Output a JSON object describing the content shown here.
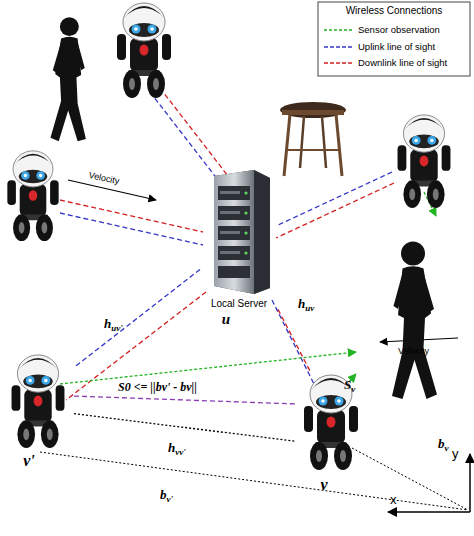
{
  "diagram": {
    "nodes": [
      {
        "text": [
          "Local Server",
          "u"
        ]
      },
      {
        "text": [
          "v'"
        ]
      },
      {
        "text": [
          "v"
        ]
      }
    ],
    "edges": [
      {
        "from": 0,
        "to": 1,
        "arrow": "none",
        "label": "huv'"
      },
      {
        "from": 0,
        "to": 2,
        "arrow": "none",
        "label": "huv"
      },
      {
        "from": 1,
        "to": 2,
        "arrow": "none",
        "label": "S0 <= ||bv' - bv||"
      },
      {
        "from": 1,
        "to": 2,
        "arrow": "none",
        "label": "hvv'"
      }
    ],
    "labels": [
      "Wireless Connections",
      "Velocity",
      "Velocity",
      "Sv",
      "bv'",
      "bv",
      "y",
      "x"
    ],
    "legend": [
      {
        "text": "Sensor observation"
      },
      {
        "text": "Uplink line of sight"
      },
      {
        "text": "Downlink line of sight"
      }
    ]
  }
}
